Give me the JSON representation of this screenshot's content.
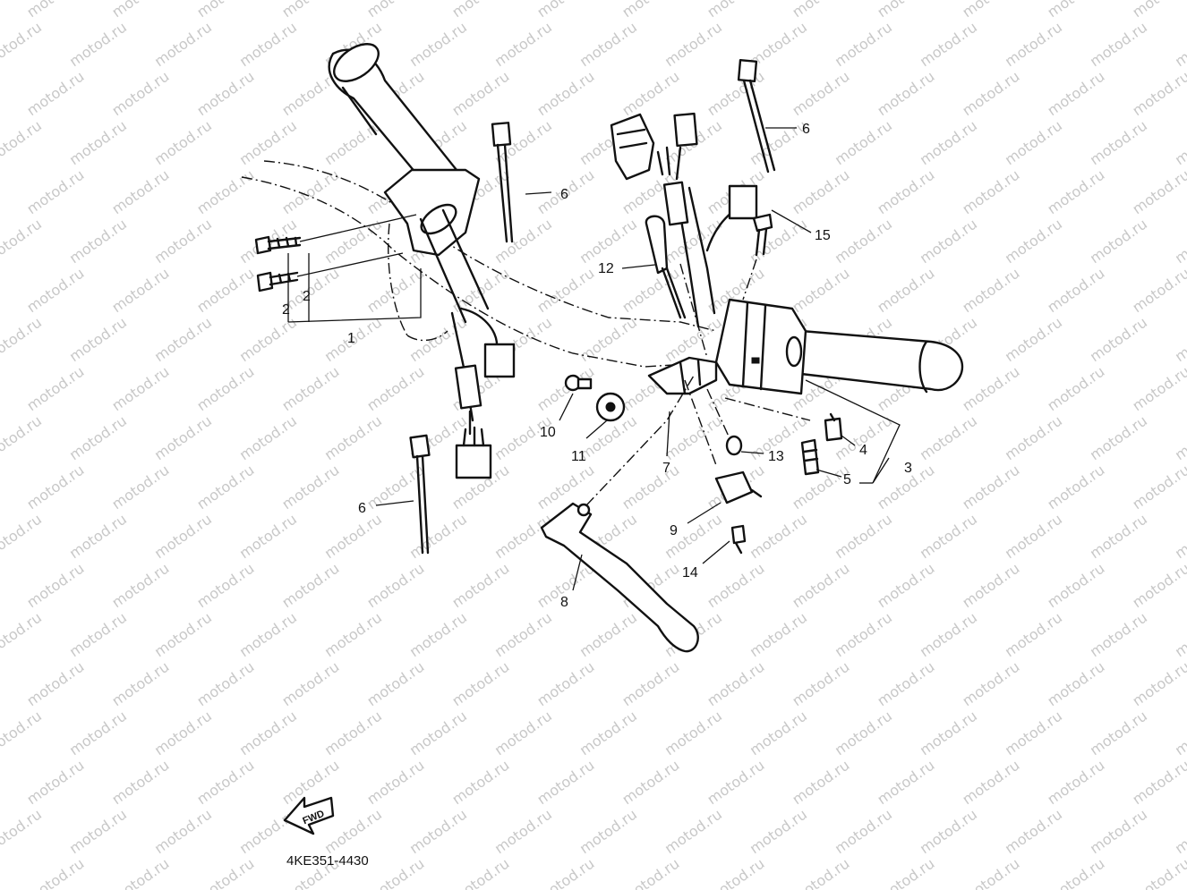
{
  "diagram": {
    "part_code": "4KE351-4430",
    "direction_label": "FWD",
    "watermark_text": "motod.ru",
    "callouts": {
      "c1": "1",
      "c2a": "2",
      "c2b": "2",
      "c3": "3",
      "c4": "4",
      "c5": "5",
      "c6a": "6",
      "c6b": "6",
      "c6c": "6",
      "c7": "7",
      "c8": "8",
      "c9": "9",
      "c10": "10",
      "c11": "11",
      "c12": "12",
      "c13": "13",
      "c14": "14",
      "c15": "15"
    }
  }
}
